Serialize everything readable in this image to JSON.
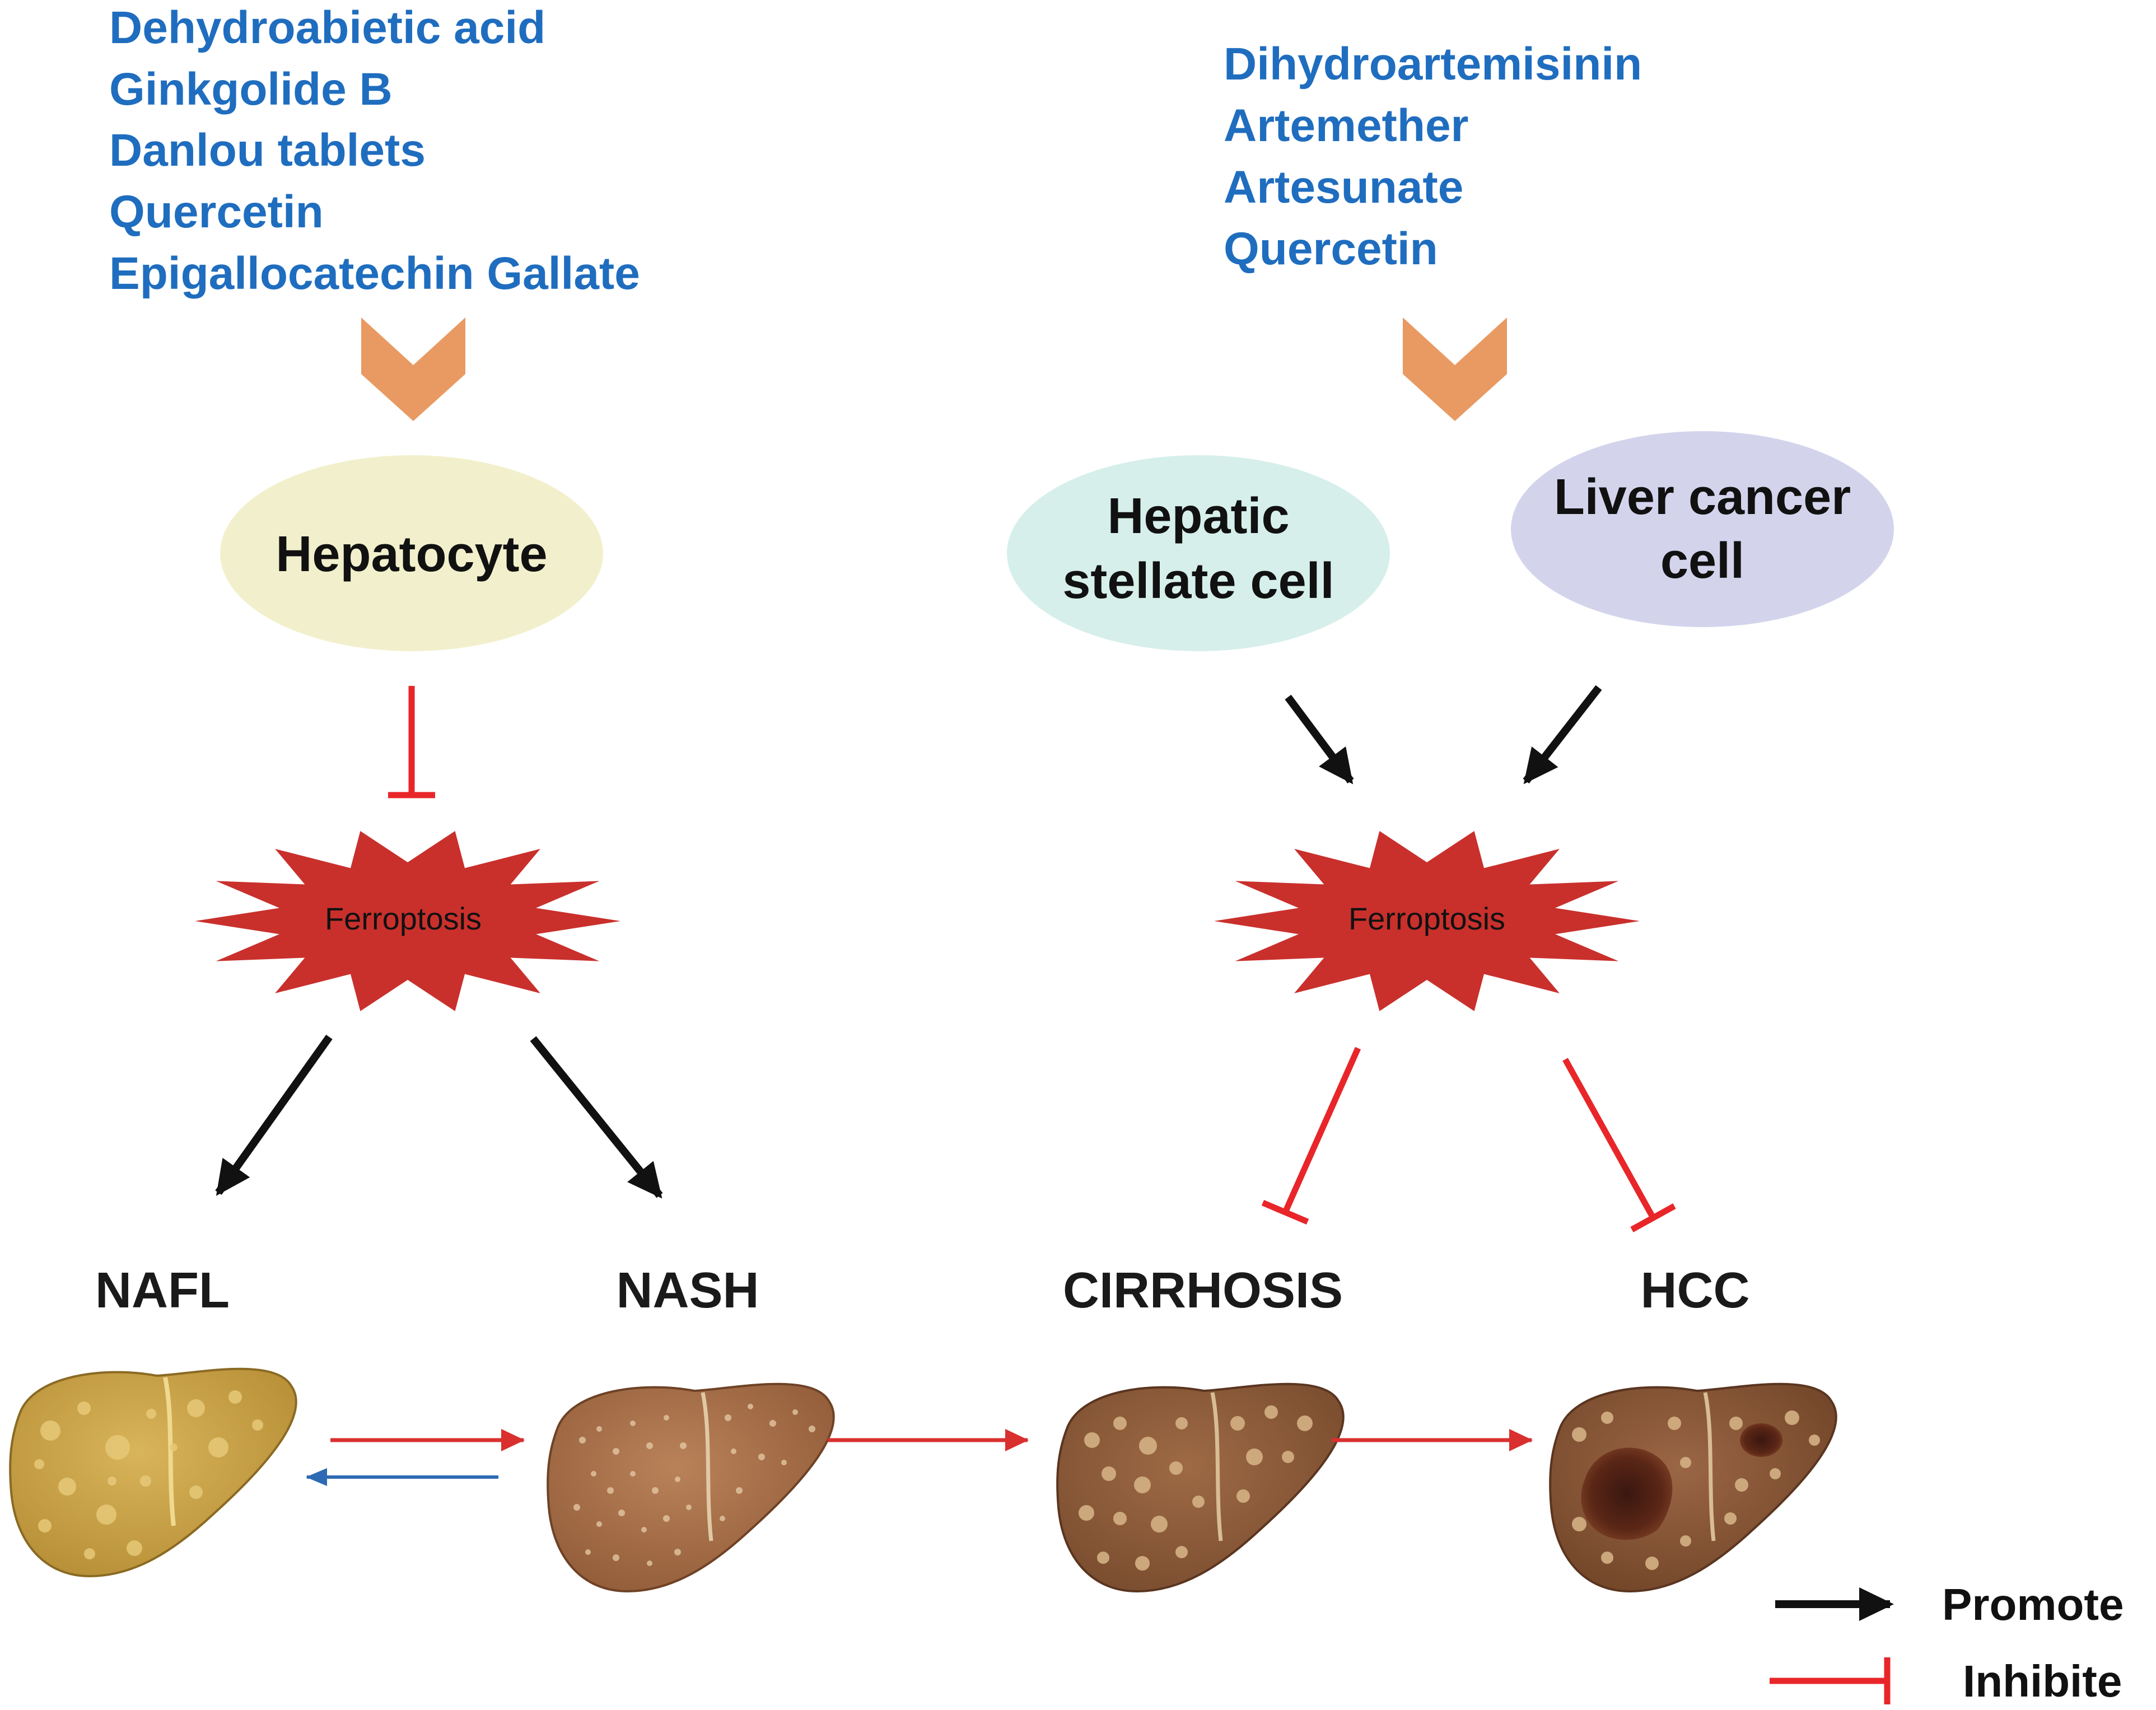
{
  "left_drugs": [
    "Dehydroabietic acid",
    "Ginkgolide B",
    "Danlou tablets",
    "Quercetin",
    "Epigallocatechin Gallate"
  ],
  "right_drugs": [
    "Dihydroartemisinin",
    "Artemether",
    "Artesunate",
    "Quercetin"
  ],
  "cells": {
    "hepatocyte": "Hepatocyte",
    "stellate": [
      "Hepatic",
      "stellate cell"
    ],
    "cancer": [
      "Liver cancer",
      "cell"
    ]
  },
  "ferroptosis_left": "Ferroptosis",
  "ferroptosis_right": "Ferroptosis",
  "stages": {
    "nafl": "NAFL",
    "nash": "NASH",
    "cirrhosis": "CIRRHOSIS",
    "hcc": "HCC"
  },
  "legend": {
    "promote": "Promote",
    "inhibite": "Inhibite"
  },
  "colors": {
    "drug_text": "#1f6dbf",
    "chevron": "#e89a62",
    "hepatocyte": "#f2f0cc",
    "stellate": "#d6efea",
    "cancer": "#d3d4ec",
    "ferroptosis": "#c9302c",
    "promote": "#111111",
    "inhibit": "#e8262a",
    "reverse": "#2d6ab3"
  }
}
